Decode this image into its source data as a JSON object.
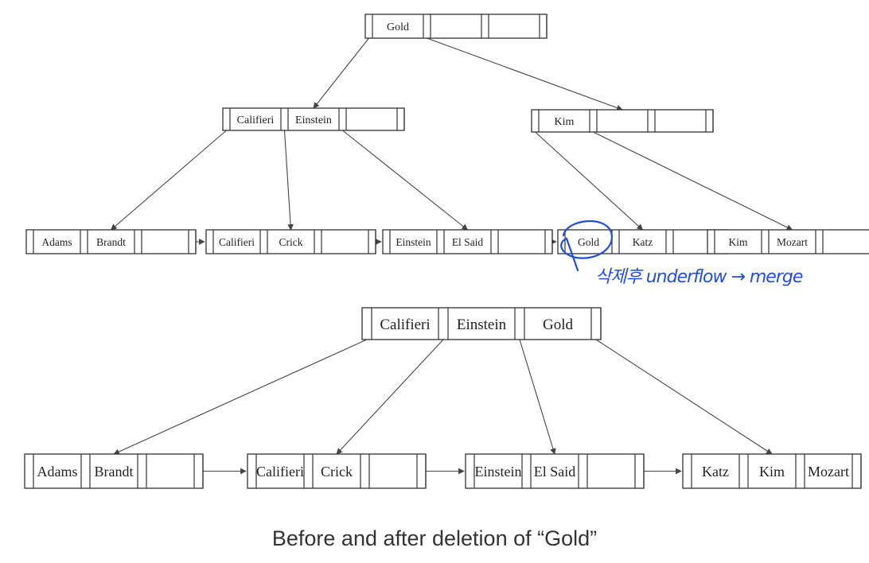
{
  "caption": "Before and after deletion of “Gold”",
  "handwritten_note": "삭제후 underflow → merge",
  "colors": {
    "ink": "#333333",
    "annotation": "#1f4fd8"
  },
  "before": {
    "root": [
      "Gold",
      "",
      ""
    ],
    "internal_left": [
      "Califieri",
      "Einstein",
      ""
    ],
    "internal_right": [
      "Kim",
      "",
      ""
    ],
    "leaves": [
      [
        "Adams",
        "Brandt",
        ""
      ],
      [
        "Califieri",
        "Crick",
        ""
      ],
      [
        "Einstein",
        "El Said",
        ""
      ],
      [
        "Gold",
        "Katz",
        ""
      ],
      [
        "Kim",
        "Mozart",
        ""
      ]
    ]
  },
  "after": {
    "root": [
      "Califieri",
      "Einstein",
      "Gold"
    ],
    "leaves": [
      [
        "Adams",
        "Brandt",
        ""
      ],
      [
        "Califieri",
        "Crick",
        ""
      ],
      [
        "Einstein",
        "El Said",
        ""
      ],
      [
        "Katz",
        "Kim",
        "Mozart"
      ]
    ]
  }
}
